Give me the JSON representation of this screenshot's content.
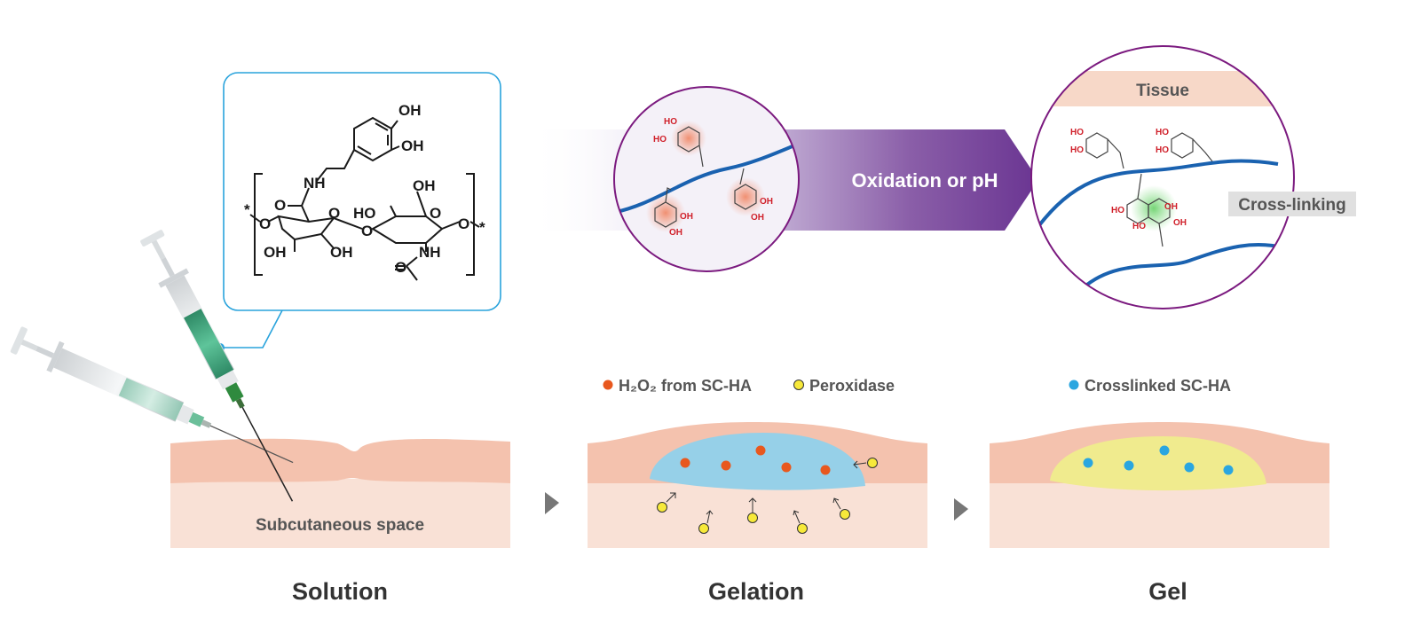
{
  "chemistry": {
    "oh_top": "OH",
    "oh_mid": "OH",
    "nh_amide": "NH",
    "o_carbonyl": "O",
    "o_ring1": "O",
    "o_ring2": "O",
    "o_link": "O",
    "o_left": "O",
    "o_right": "O",
    "ho_ring2": "HO",
    "oh_ch2": "OH",
    "oh_bottom1": "OH",
    "oh_bottom2": "OH",
    "nh_acetyl": "NH",
    "o_acetyl": "O",
    "star_left": "*",
    "star_right": "*"
  },
  "catechol": {
    "ho": "HO",
    "oh": "OH"
  },
  "arrow_label": "Oxidation or pH",
  "tissue_label": "Tissue",
  "crosslinking_label": "Cross-linking",
  "legend": {
    "h2o2": "H₂O₂ from SC-HA",
    "peroxidase": "Peroxidase",
    "crosslinked": "Crosslinked SC-HA"
  },
  "subcutaneous_label": "Subcutaneous space",
  "stages": {
    "solution": "Solution",
    "gelation": "Gelation",
    "gel": "Gel"
  },
  "colors": {
    "skin_top": "#f4c2ae",
    "skin_bottom": "#f9e1d6",
    "gel_blue": "#96d0e8",
    "gel_yellow": "#f0eb8e",
    "h2o2_dot": "#e8581e",
    "peroxidase_dot": "#f7e93a",
    "crosslinked_dot": "#2aa6e0",
    "purple": "#6d3a93",
    "chain_blue": "#1a62b0",
    "frame_blue": "#29a3dc",
    "circle_purple": "#7b1a7f",
    "catechol_red": "#d0202a"
  }
}
